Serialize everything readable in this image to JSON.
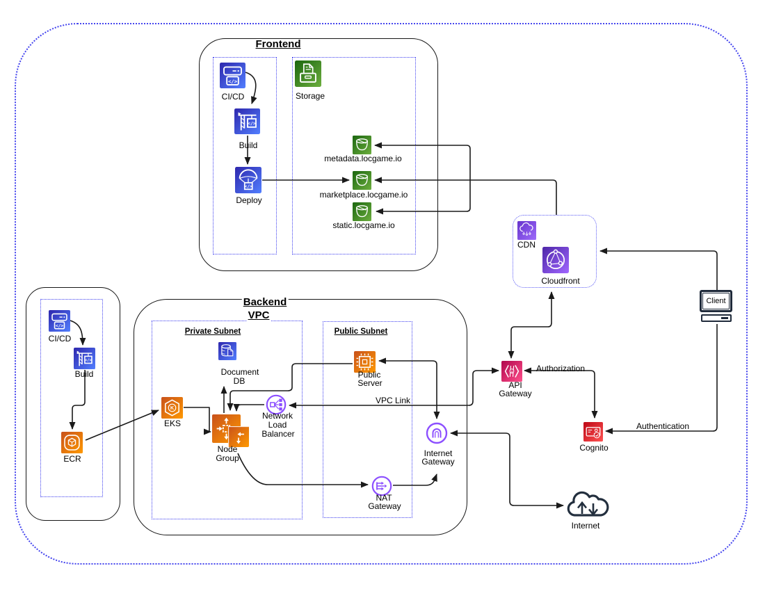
{
  "frontend": {
    "title": "Frontend",
    "cicd_label": "CI/CD",
    "build_label": "Build",
    "deploy_label": "Deploy",
    "storage_label": "Storage",
    "buckets": [
      "metadata.locgame.io",
      "marketplace.locgame.io",
      "static.locgame.io"
    ]
  },
  "backend_pipeline": {
    "cicd_label": "CI/CD",
    "build_label": "Build",
    "ecr_label": "ECR"
  },
  "vpc": {
    "title": [
      "Backend",
      "VPC"
    ],
    "private_subnet_title": "Private Subnet",
    "public_subnet_title": "Public Subnet",
    "eks_label": "EKS",
    "node_group_label": [
      "Node",
      "Group"
    ],
    "document_db_label": [
      "Document",
      "DB"
    ],
    "nlb_label": [
      "Network",
      "Load",
      "Balancer"
    ],
    "public_server_label": [
      "Public",
      "Server"
    ],
    "nat_label": [
      "NAT",
      "Gateway"
    ],
    "internet_gateway_label": [
      "Internet",
      "Gateway"
    ]
  },
  "cdn": {
    "cdn_label": "CDN",
    "cloudfront_label": "Cloudfront"
  },
  "api_gateway_label": [
    "API",
    "Gateway"
  ],
  "cognito_label": "Cognito",
  "client_label": "Client",
  "internet_label": "Internet",
  "edge_labels": {
    "authorization": "Authorization",
    "authentication": "Authentication",
    "vpc_link": "VPC Link"
  },
  "colors": {
    "devtools_blue_dark": "#2E27AD",
    "devtools_blue_light": "#527FFF",
    "storage_green_dark": "#1B660F",
    "storage_green_light": "#6CAE3E",
    "compute_orange_dark": "#C8511B",
    "compute_orange_light": "#FF9900",
    "network_purple": "#8C4FFF",
    "cdn_purple_dark": "#6633CC",
    "cdn_purple_light": "#9E6BFA",
    "cloudfront_purple_dark": "#4D27A8",
    "cloudfront_purple_light": "#A166FF",
    "api_gateway_pink_dark": "#B0084D",
    "api_gateway_pink_light": "#FF4F8B",
    "cognito_red_dark": "#BD0816",
    "cognito_red_light": "#FF5252",
    "dark_navy": "#232F3E",
    "edge_line": "#1a1a1a",
    "dotted_border_blue": "#3e3ef0"
  }
}
